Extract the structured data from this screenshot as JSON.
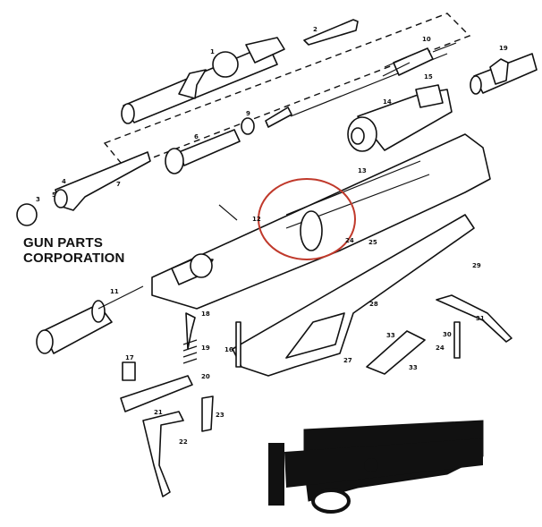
{
  "brand": {
    "line1": "GUN PARTS",
    "line2": "CORPORATION"
  },
  "highlight_color": "#c0392b",
  "parts": {
    "p1": "1",
    "p2": "2",
    "p3": "3",
    "p4": "4",
    "p5": "5",
    "p6": "6",
    "p7": "7",
    "p9": "9",
    "p10": "10",
    "p11": "11",
    "p12": "12",
    "p13": "13",
    "p14": "14",
    "p15": "15",
    "p16": "16",
    "p17": "17",
    "p18": "18",
    "p19a": "19",
    "p19b": "19",
    "p20": "20",
    "p21": "21",
    "p22": "22",
    "p23": "23",
    "p24a": "24",
    "p24b": "24",
    "p25": "25",
    "p27": "27",
    "p28": "28",
    "p29": "29",
    "p30": "30",
    "p31": "31",
    "p33a": "33",
    "p33b": "33"
  }
}
